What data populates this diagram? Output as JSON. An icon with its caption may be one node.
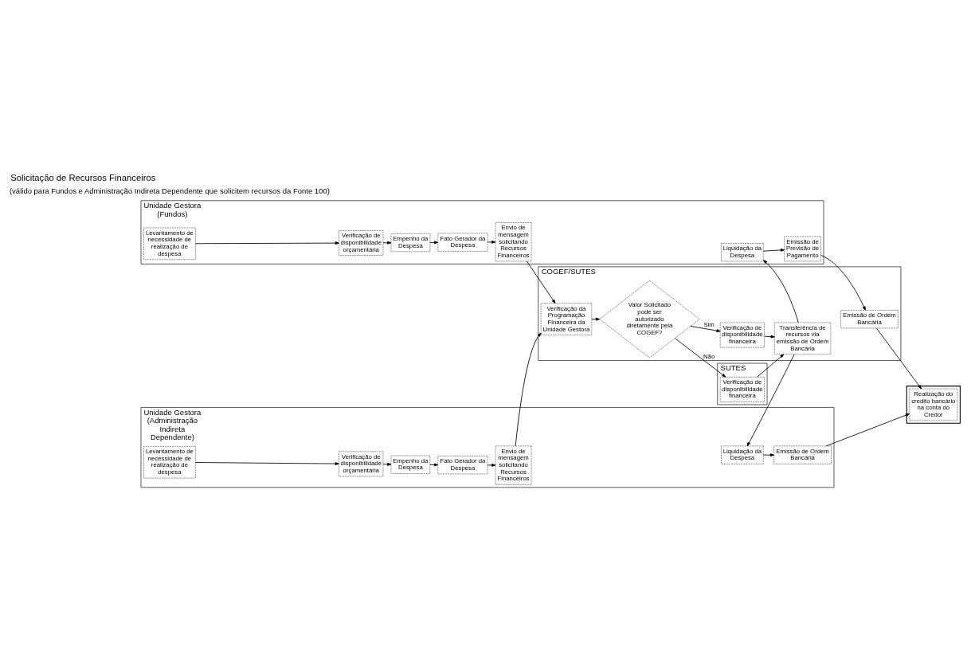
{
  "diagram": {
    "title": "Solicitação de Recursos Financeiros",
    "nodes": [
      {
        "text": [
          "Unidade Gestora (Fundos)"
        ]
      },
      {
        "text": [
          "Levantamento de necessidade de realização de despesa"
        ],
        "in": 0
      },
      {
        "text": [
          "Verificação de disponibilidade orçamentária"
        ],
        "in": 0
      },
      {
        "text": [
          "Empenho da Despesa"
        ],
        "in": 0
      },
      {
        "text": [
          "Fato Gerador da Despesa"
        ],
        "in": 0
      },
      {
        "text": [
          "Envio de mensagem solicitando Recursos Financeiros"
        ],
        "in": 0
      },
      {
        "text": [
          "Liquidação da Despesa"
        ],
        "in": 0
      },
      {
        "text": [
          "Emissão de Previsão de Pagamento"
        ],
        "in": 0
      },
      {
        "text": [
          "Unidade Gestora (Administração Indireta Dependente)"
        ]
      },
      {
        "text": [
          "Levantamento de necessidade de realização de despesa"
        ],
        "in": 8
      },
      {
        "text": [
          "Verificação de disponibilidade orçamentária"
        ],
        "in": 8
      },
      {
        "text": [
          "Empenho da Despesa"
        ],
        "in": 8
      },
      {
        "text": [
          "Fato Gerador da Despesa"
        ],
        "in": 8
      },
      {
        "text": [
          "Envio de mensagem solicitando Recursos Financeiros"
        ],
        "in": 8
      },
      {
        "text": [
          "Liquidação da Despesa"
        ],
        "in": 8
      },
      {
        "text": [
          "Emissão de Ordem Bancária"
        ],
        "in": 8
      },
      {
        "text": [
          "COGEF/SUTES"
        ]
      },
      {
        "text": [
          "Verificação da Programação Financeira da Unidade Gestora"
        ],
        "in": 16
      },
      {
        "text": [
          "Valor Solicitado pode ser autorizado diretamente pela COGEF?"
        ],
        "in": 16
      },
      {
        "text": [
          "Verificação de disponibilidade financeira"
        ],
        "in": 16
      },
      {
        "text": [
          "Transferência de recursos via emissão de Ordem Bancária"
        ],
        "in": 16
      },
      {
        "text": [
          "Emissão de Ordem Bancária"
        ],
        "in": 16
      },
      {
        "text": [
          "SUTES"
        ]
      },
      {
        "text": [
          "Verificação de disponibilidade financeira"
        ],
        "in": 22
      },
      {
        "text": [],
        "shape": "band"
      },
      {
        "text": [
          "Realização do credito bancário na conta do Credor"
        ],
        "in": 24
      }
    ],
    "edges": [
      {
        "from": 1,
        "to": 2,
        "arrow": "to"
      },
      {
        "from": 2,
        "to": 3,
        "arrow": "to"
      },
      {
        "from": 3,
        "to": 4,
        "arrow": "to"
      },
      {
        "from": 4,
        "to": 5,
        "arrow": "to"
      },
      {
        "from": 6,
        "to": 7,
        "arrow": "to"
      },
      {
        "from": 9,
        "to": 10,
        "arrow": "to"
      },
      {
        "from": 10,
        "to": 11,
        "arrow": "to"
      },
      {
        "from": 11,
        "to": 12,
        "arrow": "to"
      },
      {
        "from": 12,
        "to": 13,
        "arrow": "to"
      },
      {
        "from": 14,
        "to": 15,
        "arrow": "to"
      },
      {
        "from": 5,
        "to": 17,
        "arrow": "to"
      },
      {
        "from": 13,
        "to": 17,
        "arrow": "to"
      },
      {
        "from": 17,
        "to": 18,
        "arrow": "to"
      },
      {
        "from": 18,
        "to": 19,
        "label": "Sim",
        "arrow": "to"
      },
      {
        "from": 18,
        "to": 23,
        "label": "Não",
        "arrow": "to"
      },
      {
        "from": 19,
        "to": 20,
        "arrow": "to"
      },
      {
        "from": 23,
        "to": 20,
        "arrow": "to"
      },
      {
        "from": 20,
        "to": 6,
        "arrow": "to"
      },
      {
        "from": 20,
        "to": 14,
        "arrow": "to"
      },
      {
        "from": 7,
        "to": 21,
        "arrow": "to"
      },
      {
        "from": 21,
        "to": 25,
        "arrow": "to"
      },
      {
        "from": 15,
        "to": 25,
        "arrow": "to"
      }
    ],
    "labels": [
      "(válido para Fundos e Administração Indireta Dependente que solicitem recursos da Fonte 100)"
    ]
  }
}
